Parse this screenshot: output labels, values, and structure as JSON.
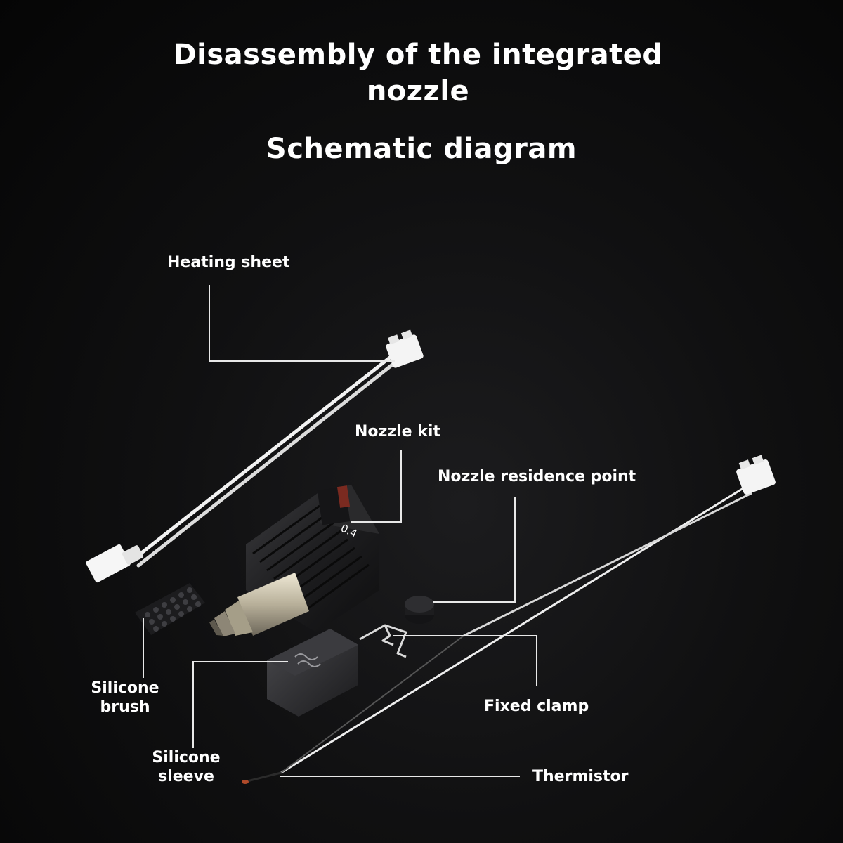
{
  "title": {
    "line1": "Disassembly of the integrated nozzle",
    "line2": "Schematic diagram"
  },
  "labels": {
    "heating_sheet": "Heating sheet",
    "nozzle_kit": "Nozzle kit",
    "nozzle_residence_point": "Nozzle residence point",
    "silicone_brush_1": "Silicone",
    "silicone_brush_2": "brush",
    "fixed_clamp": "Fixed clamp",
    "silicone_sleeve_1": "Silicone",
    "silicone_sleeve_2": "sleeve",
    "thermistor": "Thermistor"
  },
  "nozzle_size_marking": "0.4",
  "colors": {
    "background": "#0b0b0c",
    "text": "#ffffff",
    "leader_line": "#e8e8e8",
    "cable": "#f2f2f2",
    "heatsink": "#1e1e20",
    "nozzle_metal": "#c9c2ae"
  }
}
